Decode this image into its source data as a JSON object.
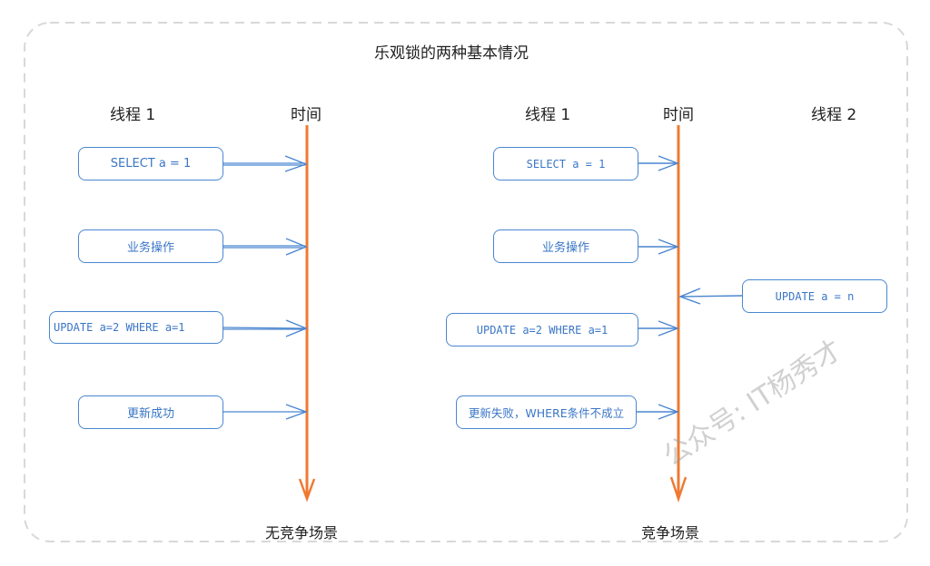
{
  "title": "乐观锁的两种基本情况",
  "colors": {
    "timeline": "#ee7a32",
    "box_border": "#4a86d1",
    "box_text": "#3a76c6",
    "frame": "#d6d8dc"
  },
  "left": {
    "thread_label": "线程 1",
    "time_label": "时间",
    "scenario_label": "无竞争场景",
    "steps": [
      {
        "text": "SELECT a = 1"
      },
      {
        "text": "业务操作"
      },
      {
        "text": "UPDATE a=2 WHERE a=1"
      },
      {
        "text": "更新成功"
      }
    ]
  },
  "right": {
    "thread1_label": "线程 1",
    "time_label": "时间",
    "thread2_label": "线程 2",
    "scenario_label": "竞争场景",
    "thread1_steps": [
      {
        "text": "SELECT a = 1"
      },
      {
        "text": "业务操作"
      },
      {
        "text": "UPDATE a=2 WHERE a=1"
      },
      {
        "text": "更新失败，WHERE条件不成立"
      }
    ],
    "thread2_steps": [
      {
        "text": "UPDATE a = n"
      }
    ]
  },
  "watermark": "公众号: IT杨秀才"
}
